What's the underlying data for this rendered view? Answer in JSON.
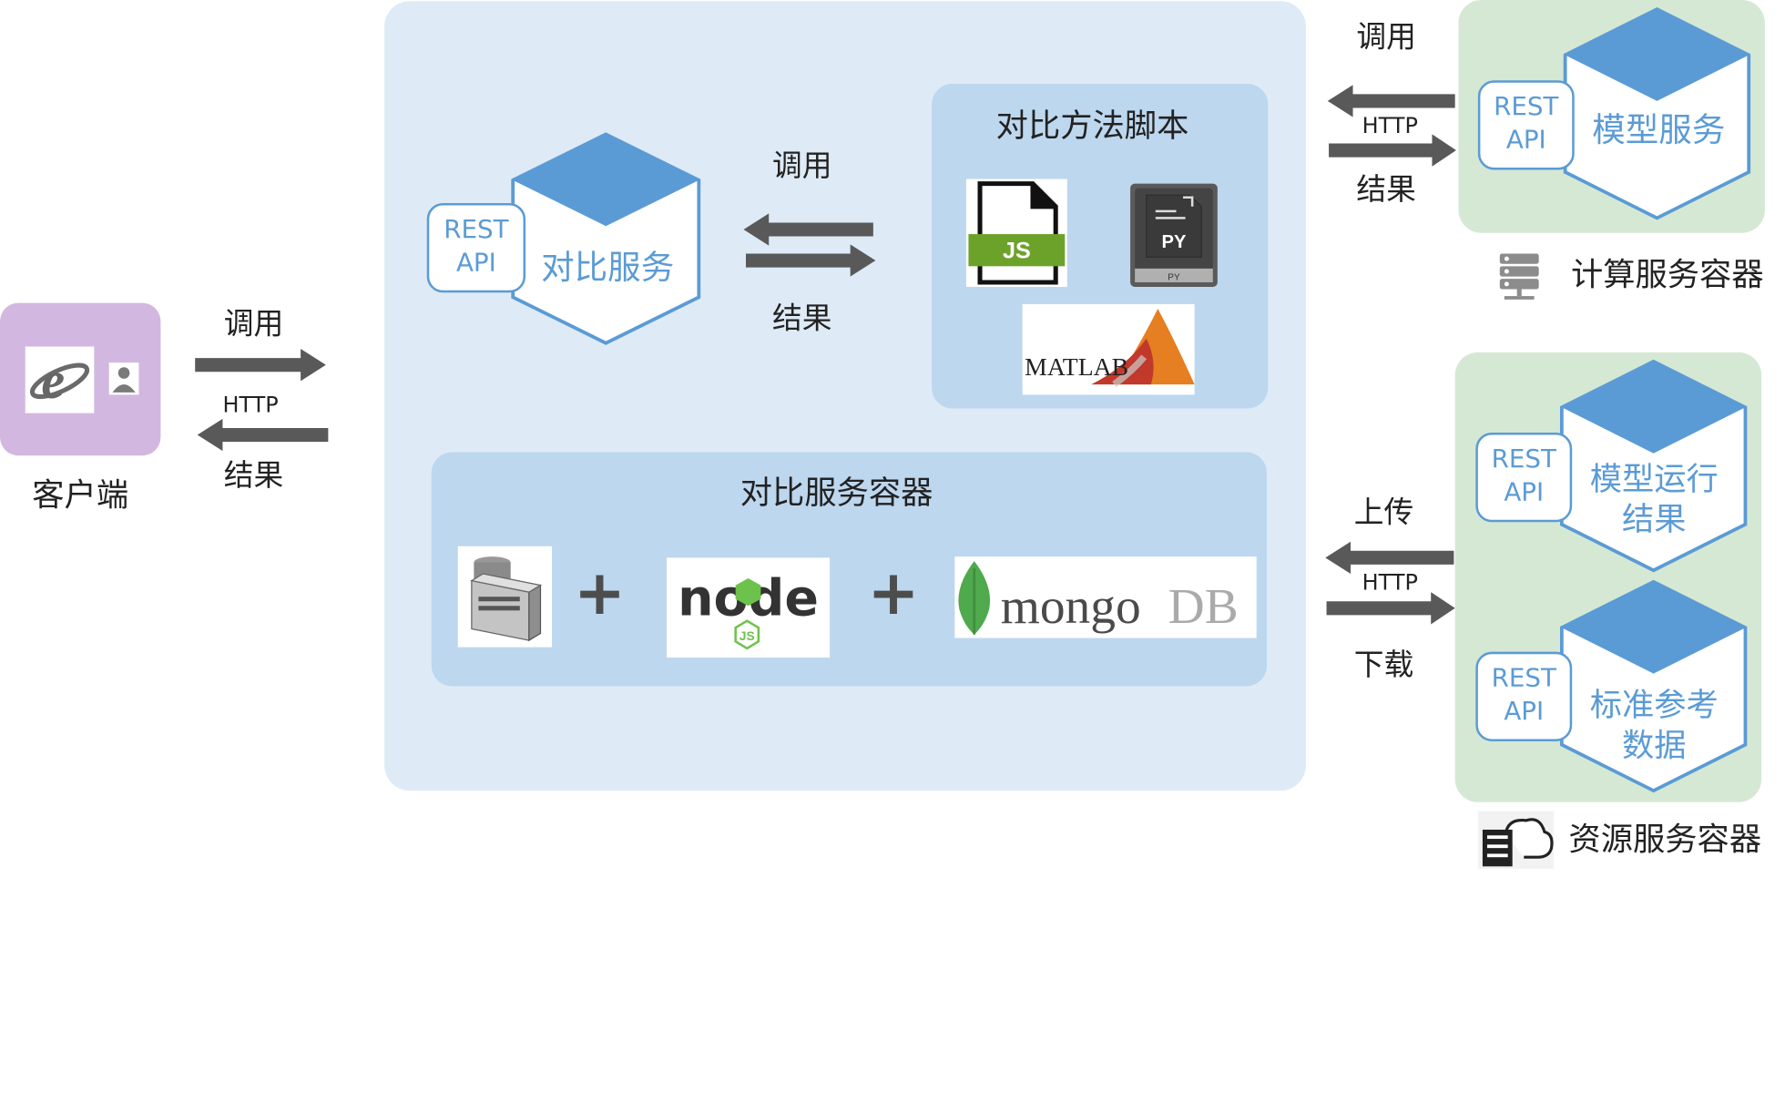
{
  "client": {
    "label": "客户端",
    "call": "调用",
    "protocol": "HTTP",
    "result": "结果"
  },
  "compare_service": {
    "rest_line1": "REST",
    "rest_line2": "API",
    "name": "对比服务",
    "call": "调用",
    "result": "结果"
  },
  "scripts": {
    "title": "对比方法脚本",
    "js_label": "JS",
    "py_label": "PY",
    "py_small": "PY",
    "matlab_label": "MATLAB"
  },
  "container": {
    "title": "对比服务容器",
    "plus1": "+",
    "plus2": "+",
    "node_label": "node",
    "node_js": "JS",
    "mongo_label": "mongo",
    "mongo_db": "DB"
  },
  "compute": {
    "call": "调用",
    "protocol": "HTTP",
    "result": "结果",
    "rest_line1": "REST",
    "rest_line2": "API",
    "model_service": "模型服务",
    "container_label": "计算服务容器"
  },
  "resource": {
    "upload": "上传",
    "protocol": "HTTP",
    "download": "下载",
    "rest1_line1": "REST",
    "rest1_line2": "API",
    "model_result_line1": "模型运行",
    "model_result_line2": "结果",
    "rest2_line1": "REST",
    "rest2_line2": "API",
    "ref_data_line1": "标准参考",
    "ref_data_line2": "数据",
    "container_label": "资源服务容器"
  },
  "colors": {
    "client_box": "#d2b8e0",
    "main_box": "#deebf7",
    "inner_box": "#bdd7ee",
    "green_box": "#d5e8d4",
    "hex_top": "#5b9bd5",
    "arrow": "#595959",
    "text_blue": "#5b9bd5"
  }
}
